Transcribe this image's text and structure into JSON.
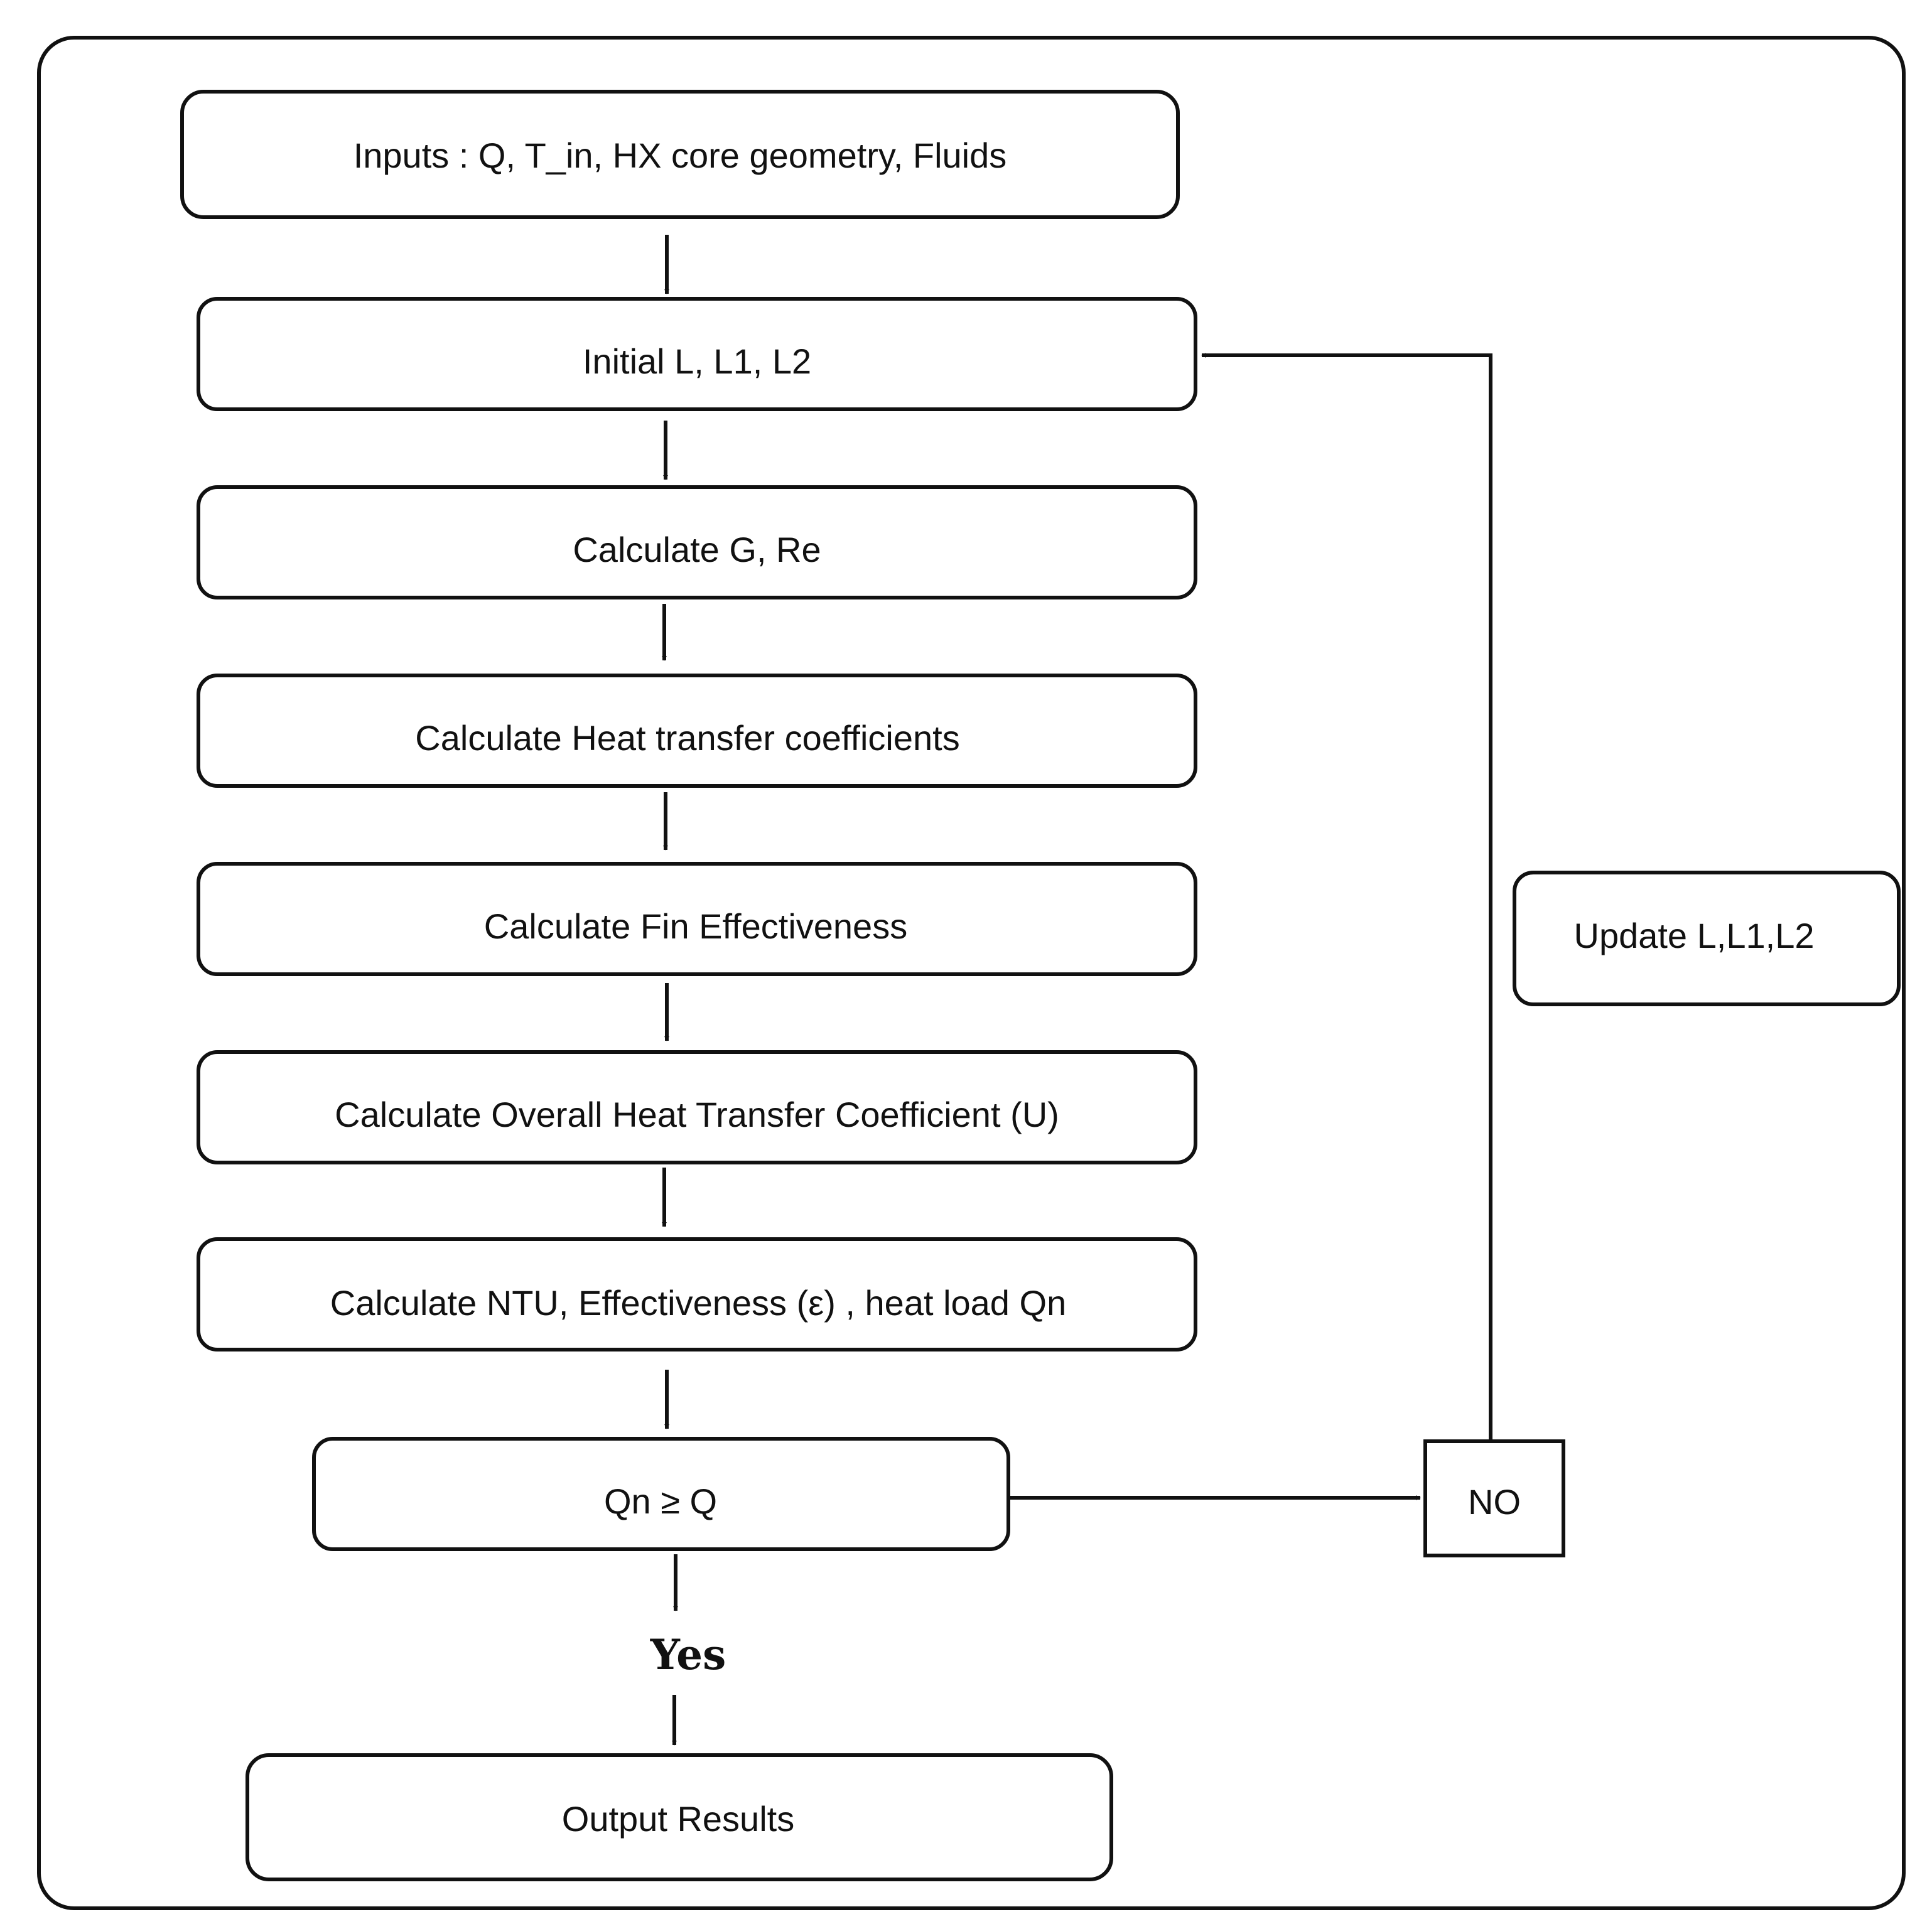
{
  "nodes": {
    "inputs": "Inputs : Q, T_in, HX core geometry, Fluids",
    "initial": "Initial L, L1, L2",
    "calc_g_re": "Calculate G, Re",
    "calc_htc": "Calculate Heat transfer coefficients",
    "calc_fin": "Calculate Fin Effectiveness",
    "calc_u": "Calculate Overall Heat Transfer Coefficient (U)",
    "calc_ntu": "Calculate NTU, Effectiveness (ε) , heat load Qn",
    "decision": "Qn ≥ Q",
    "no": "NO",
    "update": "Update L,L1,L2",
    "output": "Output Results"
  },
  "edge_labels": {
    "yes": "Yes"
  },
  "colors": {
    "stroke": "#111111",
    "background": "#ffffff"
  }
}
